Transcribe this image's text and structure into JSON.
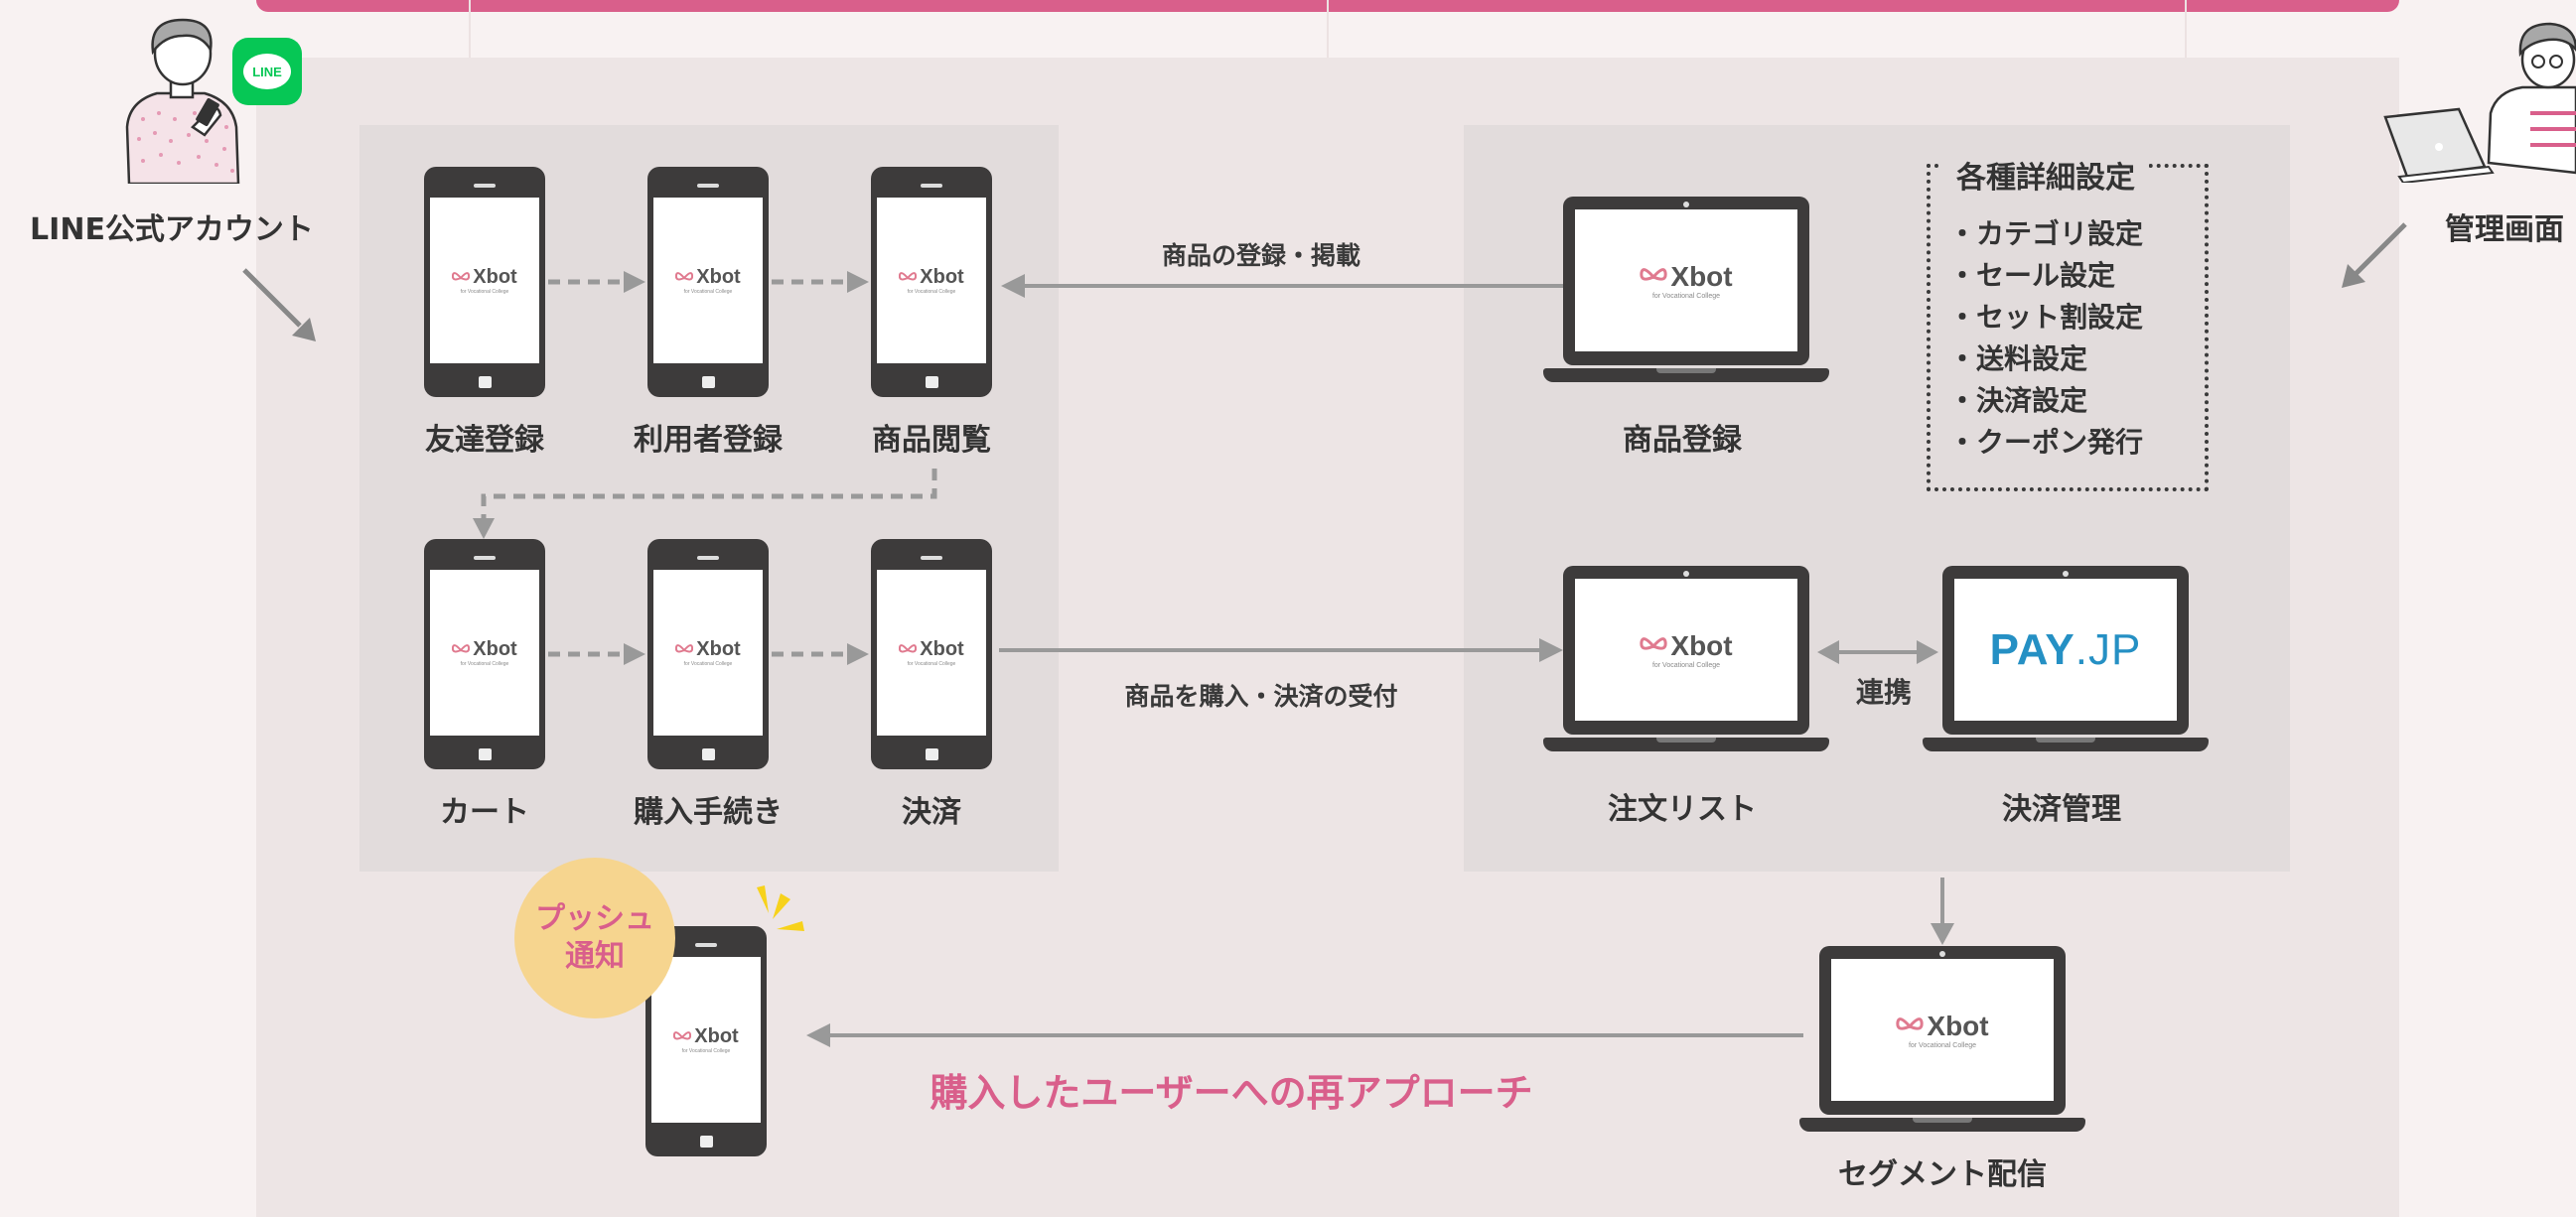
{
  "brand": {
    "logo_text": "Xbot",
    "logo_subtext": "for Vocational College",
    "accent_color": "#d95f8b",
    "line_badge_text": "LINE",
    "payjp": {
      "pay": "PAY",
      "dot": ".",
      "jp": "JP"
    }
  },
  "actors": {
    "left": "LINE公式アカウント",
    "right": "管理画面"
  },
  "user_flow": {
    "row1": [
      "友達登録",
      "利用者登録",
      "商品閲覧"
    ],
    "row2": [
      "カート",
      "購入手続き",
      "決済"
    ]
  },
  "admin": {
    "product_registration": "商品登録",
    "order_list": "注文リスト",
    "payment_management": "決済管理",
    "segment_delivery": "セグメント配信",
    "link_label": "連携"
  },
  "settings": {
    "title": "各種詳細設定",
    "items": [
      "・カテゴリ設定",
      "・セール設定",
      "・セット割設定",
      "・送料設定",
      "・決済設定",
      "・クーポン発行"
    ]
  },
  "arrows": {
    "product_publish": "商品の登録・掲載",
    "purchase_receive": "商品を購入・決済の受付",
    "re_approach": "購入したユーザーへの再アプローチ"
  },
  "push": {
    "line1": "プッシュ",
    "line2": "通知"
  }
}
